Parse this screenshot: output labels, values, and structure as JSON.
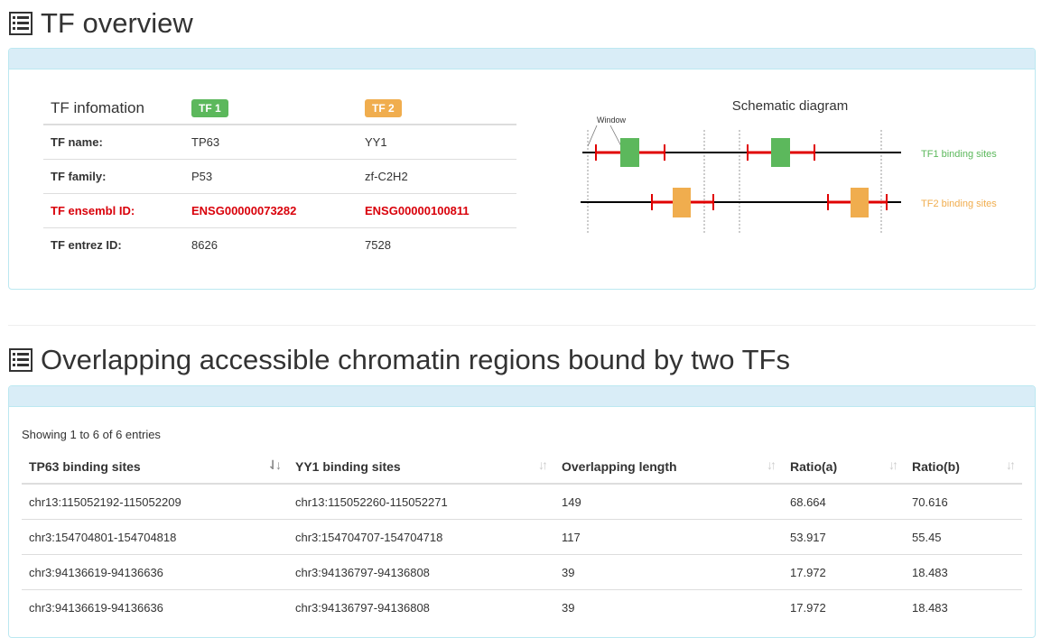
{
  "overview": {
    "title": "TF overview",
    "info_header": "TF infomation",
    "tf1_badge": "TF 1",
    "tf2_badge": "TF 2",
    "rows": [
      {
        "label": "TF name:",
        "tf1": "TP63",
        "tf2": "YY1"
      },
      {
        "label": "TF family:",
        "tf1": "P53",
        "tf2": "zf-C2H2"
      },
      {
        "label": "TF ensembl ID:",
        "tf1": "ENSG00000073282",
        "tf2": "ENSG00000100811"
      },
      {
        "label": "TF entrez ID:",
        "tf1": "8626",
        "tf2": "7528"
      }
    ],
    "diagram": {
      "title": "Schematic diagram",
      "window_label": "Window",
      "tf1_label": "TF1 binding sites",
      "tf2_label": "TF2 binding sites",
      "tf1_color": "#5cb85c",
      "tf2_color": "#f0ad4e",
      "window_color": "#e00000"
    }
  },
  "overlap": {
    "title": "Overlapping accessible chromatin regions bound by two TFs",
    "showing": "Showing 1 to 6 of 6 entries",
    "columns": [
      "TP63 binding sites",
      "YY1 binding sites",
      "Overlapping length",
      "Ratio(a)",
      "Ratio(b)"
    ],
    "rows": [
      [
        "chr13:115052192-115052209",
        "chr13:115052260-115052271",
        "149",
        "68.664",
        "70.616"
      ],
      [
        "chr3:154704801-154704818",
        "chr3:154704707-154704718",
        "117",
        "53.917",
        "55.45"
      ],
      [
        "chr3:94136619-94136636",
        "chr3:94136797-94136808",
        "39",
        "17.972",
        "18.483"
      ],
      [
        "chr3:94136619-94136636",
        "chr3:94136797-94136808",
        "39",
        "17.972",
        "18.483"
      ]
    ]
  }
}
